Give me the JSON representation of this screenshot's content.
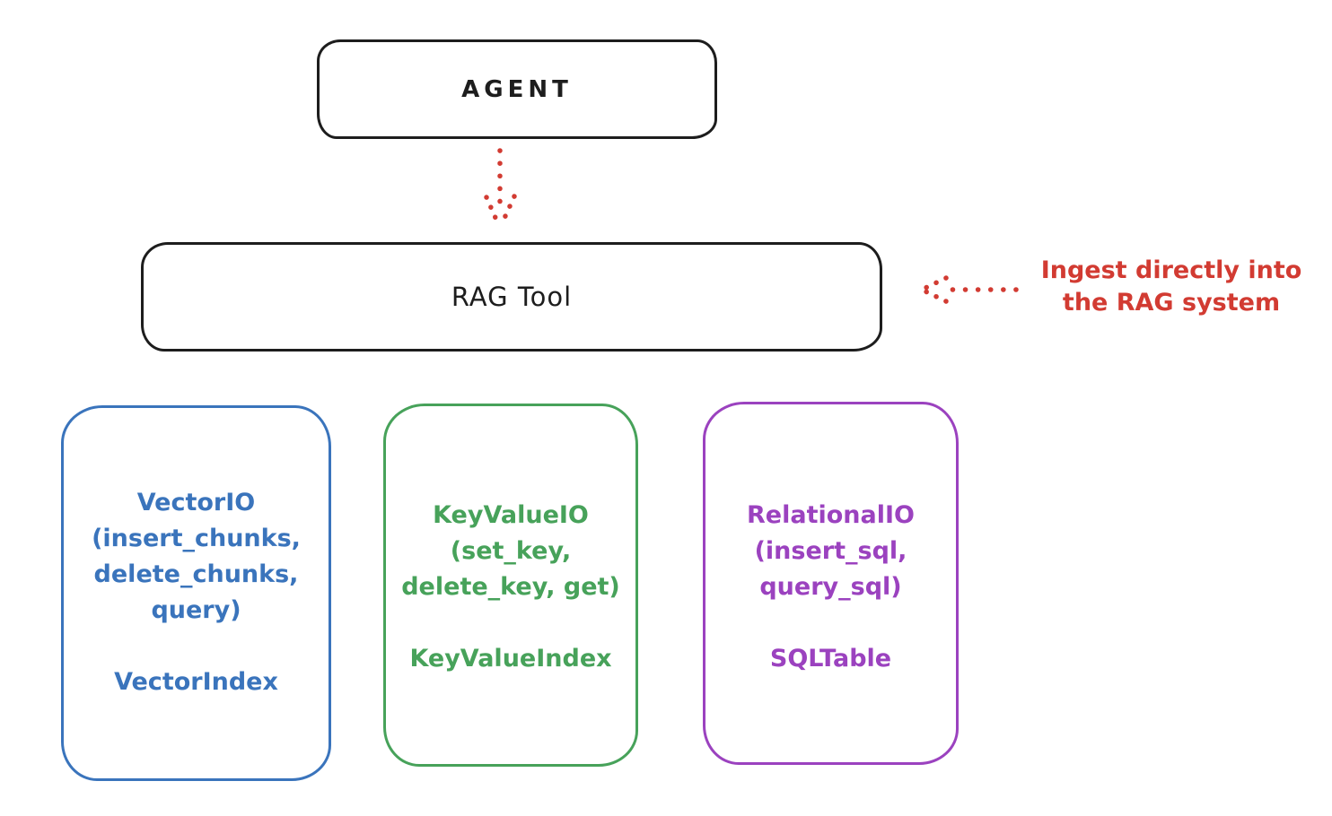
{
  "colors": {
    "ink": "#1d1d1d",
    "red": "#d23b32",
    "blue": "#3a74bc",
    "green": "#47a25a",
    "purple": "#9b42bf"
  },
  "nodes": {
    "agent": {
      "label": "AGENT"
    },
    "rag_tool": {
      "label": "RAG Tool"
    },
    "vector_io": {
      "methods": "VectorIO\n(insert_chunks,\ndelete_chunks,\nquery)",
      "index": "VectorIndex",
      "accent": "#3a74bc"
    },
    "key_value_io": {
      "methods": "KeyValueIO\n(set_key,\ndelete_key, get)",
      "index": "KeyValueIndex",
      "accent": "#47a25a"
    },
    "relational_io": {
      "methods": "RelationalIO\n(insert_sql,\nquery_sql)",
      "index": "SQLTable",
      "accent": "#9b42bf"
    }
  },
  "annotations": {
    "ingest_note": {
      "text": "Ingest directly into\nthe RAG system",
      "color": "#d23b32"
    }
  },
  "edges": [
    {
      "from": "AGENT",
      "to": "RAG Tool",
      "style": "dotted-red-arrow-down"
    },
    {
      "from": "ingest_note",
      "to": "RAG Tool",
      "style": "dotted-red-arrow-left"
    }
  ]
}
